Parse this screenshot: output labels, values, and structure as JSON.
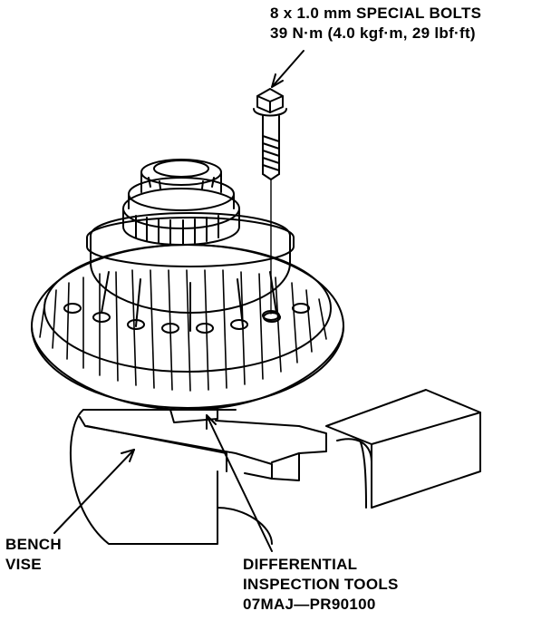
{
  "labels": {
    "bolts": {
      "line1": "8 x 1.0 mm SPECIAL BOLTS",
      "line2": "39 N·m (4.0 kgf·m, 29 lbf·ft)"
    },
    "vise": {
      "line1": "BENCH",
      "line2": "VISE"
    },
    "tools": {
      "line1": "DIFFERENTIAL",
      "line2": "INSPECTION TOOLS",
      "line3": "07MAJ—PR90100"
    }
  },
  "colors": {
    "ink": "#000000",
    "paper": "#ffffff"
  }
}
